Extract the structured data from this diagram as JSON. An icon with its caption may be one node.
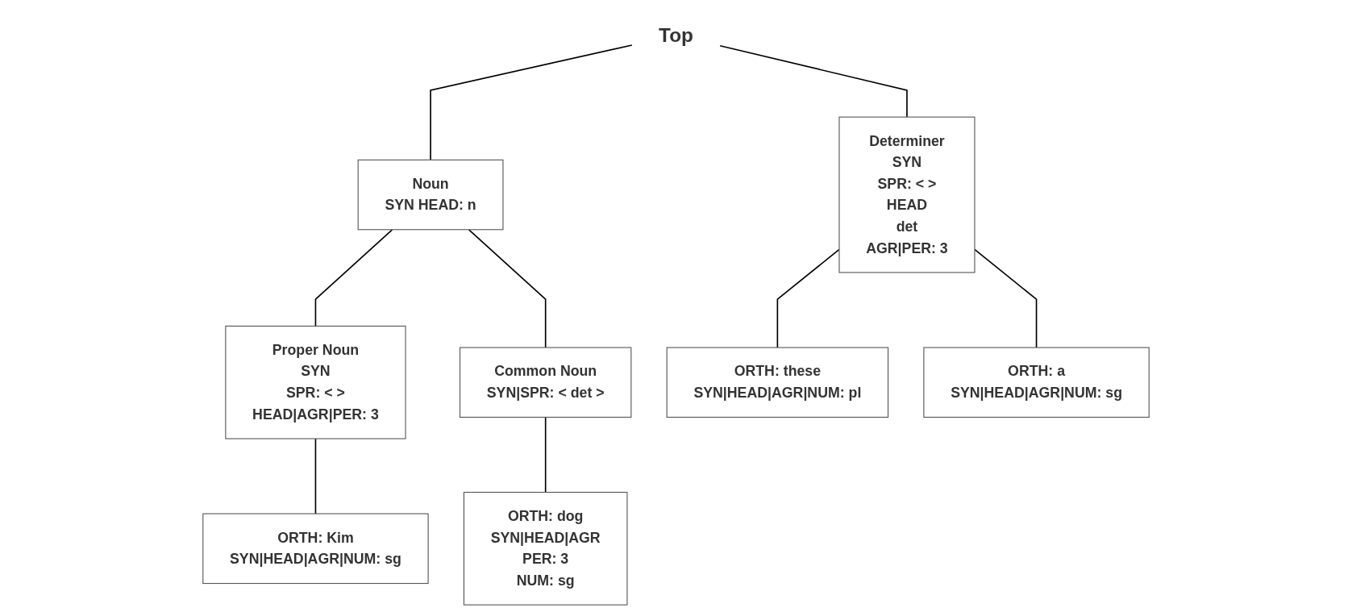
{
  "diagram": {
    "nodes": [
      {
        "text": [
          "Top"
        ]
      },
      {
        "text": [
          "Determiner",
          "SYN",
          "SPR: < >",
          "HEAD",
          "det",
          "AGR|PER: 3"
        ]
      },
      {
        "text": [
          "Noun",
          "SYN HEAD: n"
        ]
      },
      {
        "text": [
          "Proper Noun",
          "SYN",
          "SPR: < >",
          "HEAD|AGR|PER: 3"
        ]
      },
      {
        "text": [
          "Common Noun",
          "SYN|SPR: < det >"
        ]
      },
      {
        "text": [
          "ORTH: these",
          "SYN|HEAD|AGR|NUM: pl"
        ]
      },
      {
        "text": [
          "ORTH: a",
          "SYN|HEAD|AGR|NUM: sg"
        ]
      },
      {
        "text": [
          "ORTH: Kim",
          "SYN|HEAD|AGR|NUM: sg"
        ]
      },
      {
        "text": [
          "ORTH: dog",
          "SYN|HEAD|AGR",
          "PER: 3",
          "NUM: sg"
        ]
      }
    ],
    "edges": [
      {
        "from": 0,
        "to": 1,
        "arrow": "none"
      },
      {
        "from": 0,
        "to": 2,
        "arrow": "none"
      },
      {
        "from": 1,
        "to": 5,
        "arrow": "none"
      },
      {
        "from": 1,
        "to": 6,
        "arrow": "none"
      },
      {
        "from": 2,
        "to": 3,
        "arrow": "none"
      },
      {
        "from": 2,
        "to": 4,
        "arrow": "none"
      },
      {
        "from": 3,
        "to": 7,
        "arrow": "none"
      },
      {
        "from": 4,
        "to": 8,
        "arrow": "none"
      }
    ]
  }
}
